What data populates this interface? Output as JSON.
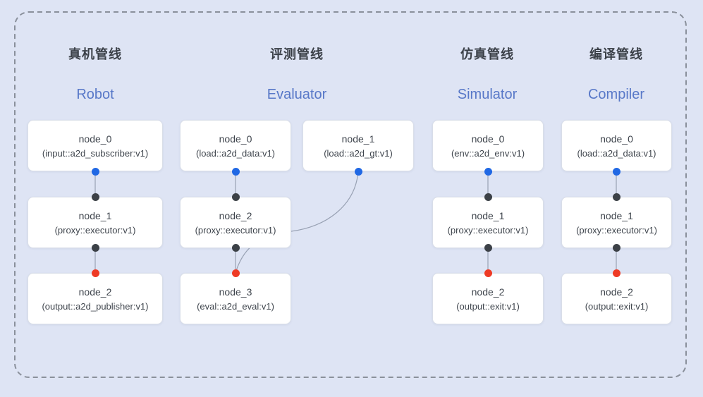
{
  "diagram": {
    "background_color": "#dee4f4",
    "boundary_color": "#8a909b",
    "connector_color": "#98a1b3",
    "port_colors": {
      "source_output": "#2068e4",
      "intermediate": "#3c4147",
      "sink_input": "#ee3a25"
    },
    "title_cn_color": "#3b4048",
    "title_en_color": "#5878c8"
  },
  "pipelines": [
    {
      "title_cn": "真机管线",
      "title_en": "Robot",
      "nodes": [
        {
          "name": "node_0",
          "spec": "(input::a2d_subscriber:v1)"
        },
        {
          "name": "node_1",
          "spec": "(proxy::executor:v1)"
        },
        {
          "name": "node_2",
          "spec": "(output::a2d_publisher:v1)"
        }
      ]
    },
    {
      "title_cn": "评测管线",
      "title_en": "Evaluator",
      "nodes": [
        {
          "name": "node_0",
          "spec": "(load::a2d_data:v1)"
        },
        {
          "name": "node_1",
          "spec": "(load::a2d_gt:v1)"
        },
        {
          "name": "node_2",
          "spec": "(proxy::executor:v1)"
        },
        {
          "name": "node_3",
          "spec": "(eval::a2d_eval:v1)"
        }
      ]
    },
    {
      "title_cn": "仿真管线",
      "title_en": "Simulator",
      "nodes": [
        {
          "name": "node_0",
          "spec": "(env::a2d_env:v1)"
        },
        {
          "name": "node_1",
          "spec": "(proxy::executor:v1)"
        },
        {
          "name": "node_2",
          "spec": "(output::exit:v1)"
        }
      ]
    },
    {
      "title_cn": "编译管线",
      "title_en": "Compiler",
      "nodes": [
        {
          "name": "node_0",
          "spec": "(load::a2d_data:v1)"
        },
        {
          "name": "node_1",
          "spec": "(proxy::executor:v1)"
        },
        {
          "name": "node_2",
          "spec": "(output::exit:v1)"
        }
      ]
    }
  ]
}
